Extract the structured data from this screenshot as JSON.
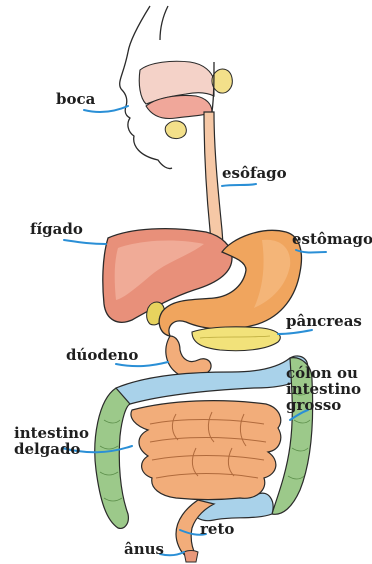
{
  "diagram": {
    "labels": {
      "boca": "boca",
      "esofago": "esôfago",
      "figado": "fígado",
      "estomago": "estômago",
      "pancreas": "pâncreas",
      "duodeno": "dúodeno",
      "colon_line1": "cólon ou",
      "colon_line2": "intestino",
      "colon_line3": "grosso",
      "intestino_delgado_line1": "intestino",
      "intestino_delgado_line2": "delgado",
      "reto": "reto",
      "anus": "ânus"
    },
    "colors": {
      "leader": "#2a8fd6",
      "liver": "#e8907a",
      "stomach": "#f0a55e",
      "pancreas": "#f2e27a",
      "colon_green": "#9cc98a",
      "colon_blue": "#a9d2ea",
      "small_intestine": "#f2ad7a",
      "saliva_gland": "#f3e08a",
      "mouth": "#f0a79a",
      "esophagus": "#f6c8a6"
    }
  }
}
